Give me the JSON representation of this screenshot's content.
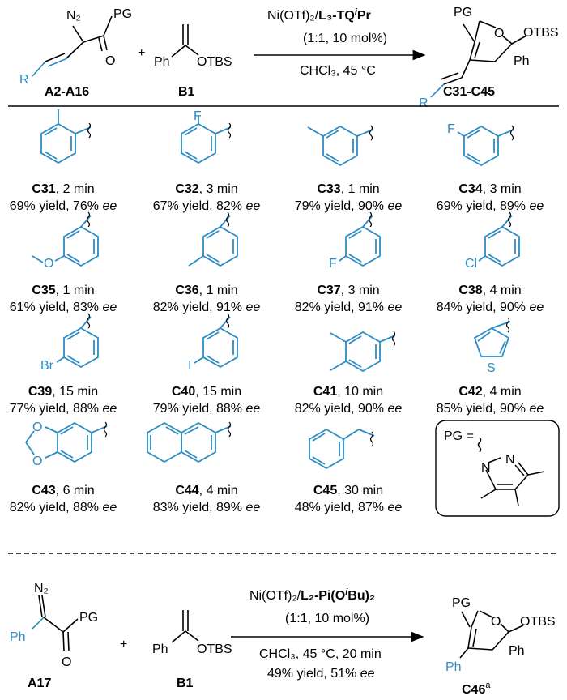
{
  "colors": {
    "substituent": "#2b8cc4",
    "black": "#000000"
  },
  "top_scheme": {
    "reagent_a": {
      "n2": "N₂",
      "pg": "PG",
      "o": "O",
      "r": "R",
      "label": "A2-A16"
    },
    "plus": "+",
    "reagent_b": {
      "ph": "Ph",
      "otbs": "OTBS",
      "label": "B1"
    },
    "cond_1a": "Ni(OTf)₂/",
    "cond_1b": "L₃-TQ",
    "cond_1c": "i",
    "cond_1d": "Pr",
    "cond_2": "(1:1, 10 mol%)",
    "cond_3": "CHCl₃, 45 °C",
    "product": {
      "pg": "PG",
      "o": "O",
      "otbs": "OTBS",
      "ph": "Ph",
      "r": "R",
      "label": "C31-C45"
    }
  },
  "compounds": [
    {
      "id": "C31",
      "time": ", 2 min",
      "yield": "69% yield, 76% ",
      "ee": "ee"
    },
    {
      "id": "C32",
      "time": ", 3 min",
      "yield": "67% yield, 82% ",
      "ee": "ee"
    },
    {
      "id": "C33",
      "time": ", 1 min",
      "yield": "79% yield, 90% ",
      "ee": "ee"
    },
    {
      "id": "C34",
      "time": ", 3 min",
      "yield": "69% yield, 89% ",
      "ee": "ee"
    },
    {
      "id": "C35",
      "time": ", 1 min",
      "yield": "61% yield, 83% ",
      "ee": "ee"
    },
    {
      "id": "C36",
      "time": ", 1 min",
      "yield": "82% yield, 91% ",
      "ee": "ee"
    },
    {
      "id": "C37",
      "time": ", 3 min",
      "yield": "82% yield, 91% ",
      "ee": "ee"
    },
    {
      "id": "C38",
      "time": ", 4 min",
      "yield": "84% yield, 90% ",
      "ee": "ee"
    },
    {
      "id": "C39",
      "time": ", 15 min",
      "yield": "77% yield, 88% ",
      "ee": "ee"
    },
    {
      "id": "C40",
      "time": ", 15 min",
      "yield": "79% yield, 88% ",
      "ee": "ee"
    },
    {
      "id": "C41",
      "time": ", 10 min",
      "yield": "82% yield, 90% ",
      "ee": "ee"
    },
    {
      "id": "C42",
      "time": ", 4 min",
      "yield": "85% yield, 90% ",
      "ee": "ee"
    },
    {
      "id": "C43",
      "time": ", 6 min",
      "yield": "82% yield, 88% ",
      "ee": "ee"
    },
    {
      "id": "C44",
      "time": ", 4 min",
      "yield": "83% yield, 89% ",
      "ee": "ee"
    },
    {
      "id": "C45",
      "time": ", 30 min",
      "yield": "48% yield, 87% ",
      "ee": "ee"
    }
  ],
  "atoms": {
    "f": "F",
    "cl": "Cl",
    "br": "Br",
    "i": "I",
    "o": "O",
    "s": "S"
  },
  "pg_box": {
    "pg_eq": "PG =",
    "n1": "N",
    "n2": "N"
  },
  "bottom_scheme": {
    "reagent_a": {
      "n2": "N₂",
      "pg": "PG",
      "o": "O",
      "ph": "Ph",
      "label": "A17"
    },
    "plus": "+",
    "reagent_b": {
      "ph": "Ph",
      "otbs": "OTBS",
      "label": "B1"
    },
    "cond_1a": "Ni(OTf)₂/",
    "cond_1b": "L₂-Pi(O",
    "cond_1c": "i",
    "cond_1d": "Bu)₂",
    "cond_2": "(1:1, 10 mol%)",
    "cond_3": "CHCl₃, 45 °C, 20 min",
    "cond_4a": "49% yield, 51% ",
    "cond_4b": "ee",
    "product": {
      "pg": "PG",
      "o": "O",
      "otbs": "OTBS",
      "ph": "Ph",
      "ph2": "Ph",
      "label": "C46",
      "sup": "a"
    }
  }
}
